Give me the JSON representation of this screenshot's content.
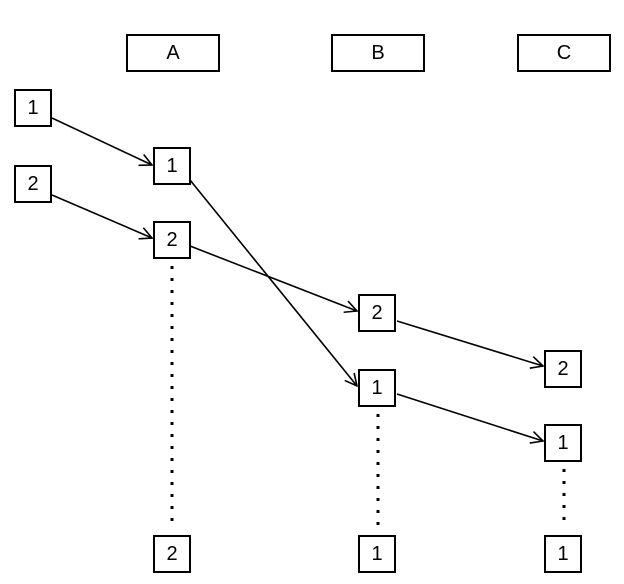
{
  "columns": {
    "a": "A",
    "b": "B",
    "c": "C"
  },
  "inputs": {
    "first": "1",
    "second": "2"
  },
  "column_a": {
    "msg_1": "1",
    "msg_2": "2",
    "final": "2"
  },
  "column_b": {
    "msg_2": "2",
    "msg_1": "1",
    "final": "1"
  },
  "column_c": {
    "msg_2": "2",
    "msg_1": "1",
    "final": "1"
  },
  "colors": {
    "stroke": "#000000",
    "background": "#ffffff"
  }
}
